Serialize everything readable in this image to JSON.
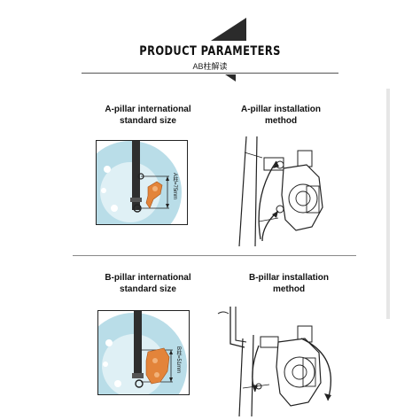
{
  "header": {
    "title": "PRODUCT PARAMETERS",
    "subtitle": "AB柱解读"
  },
  "section_a": {
    "size_label_line1": "A-pillar international",
    "size_label_line2": "standard size",
    "install_label_line1": "A-pillar installation",
    "install_label_line2": "method",
    "dimension_text": "A柱=75mm"
  },
  "section_b": {
    "size_label_line1": "B-pillar international",
    "size_label_line2": "standard size",
    "install_label_line1": "B-pillar installation",
    "install_label_line2": "method",
    "dimension_text": "B柱=51mm"
  },
  "colors": {
    "rotor": "#b9dde8",
    "caliper": "#e3843a",
    "line": "#222222",
    "accent_triangle": "#2b2b2b"
  }
}
